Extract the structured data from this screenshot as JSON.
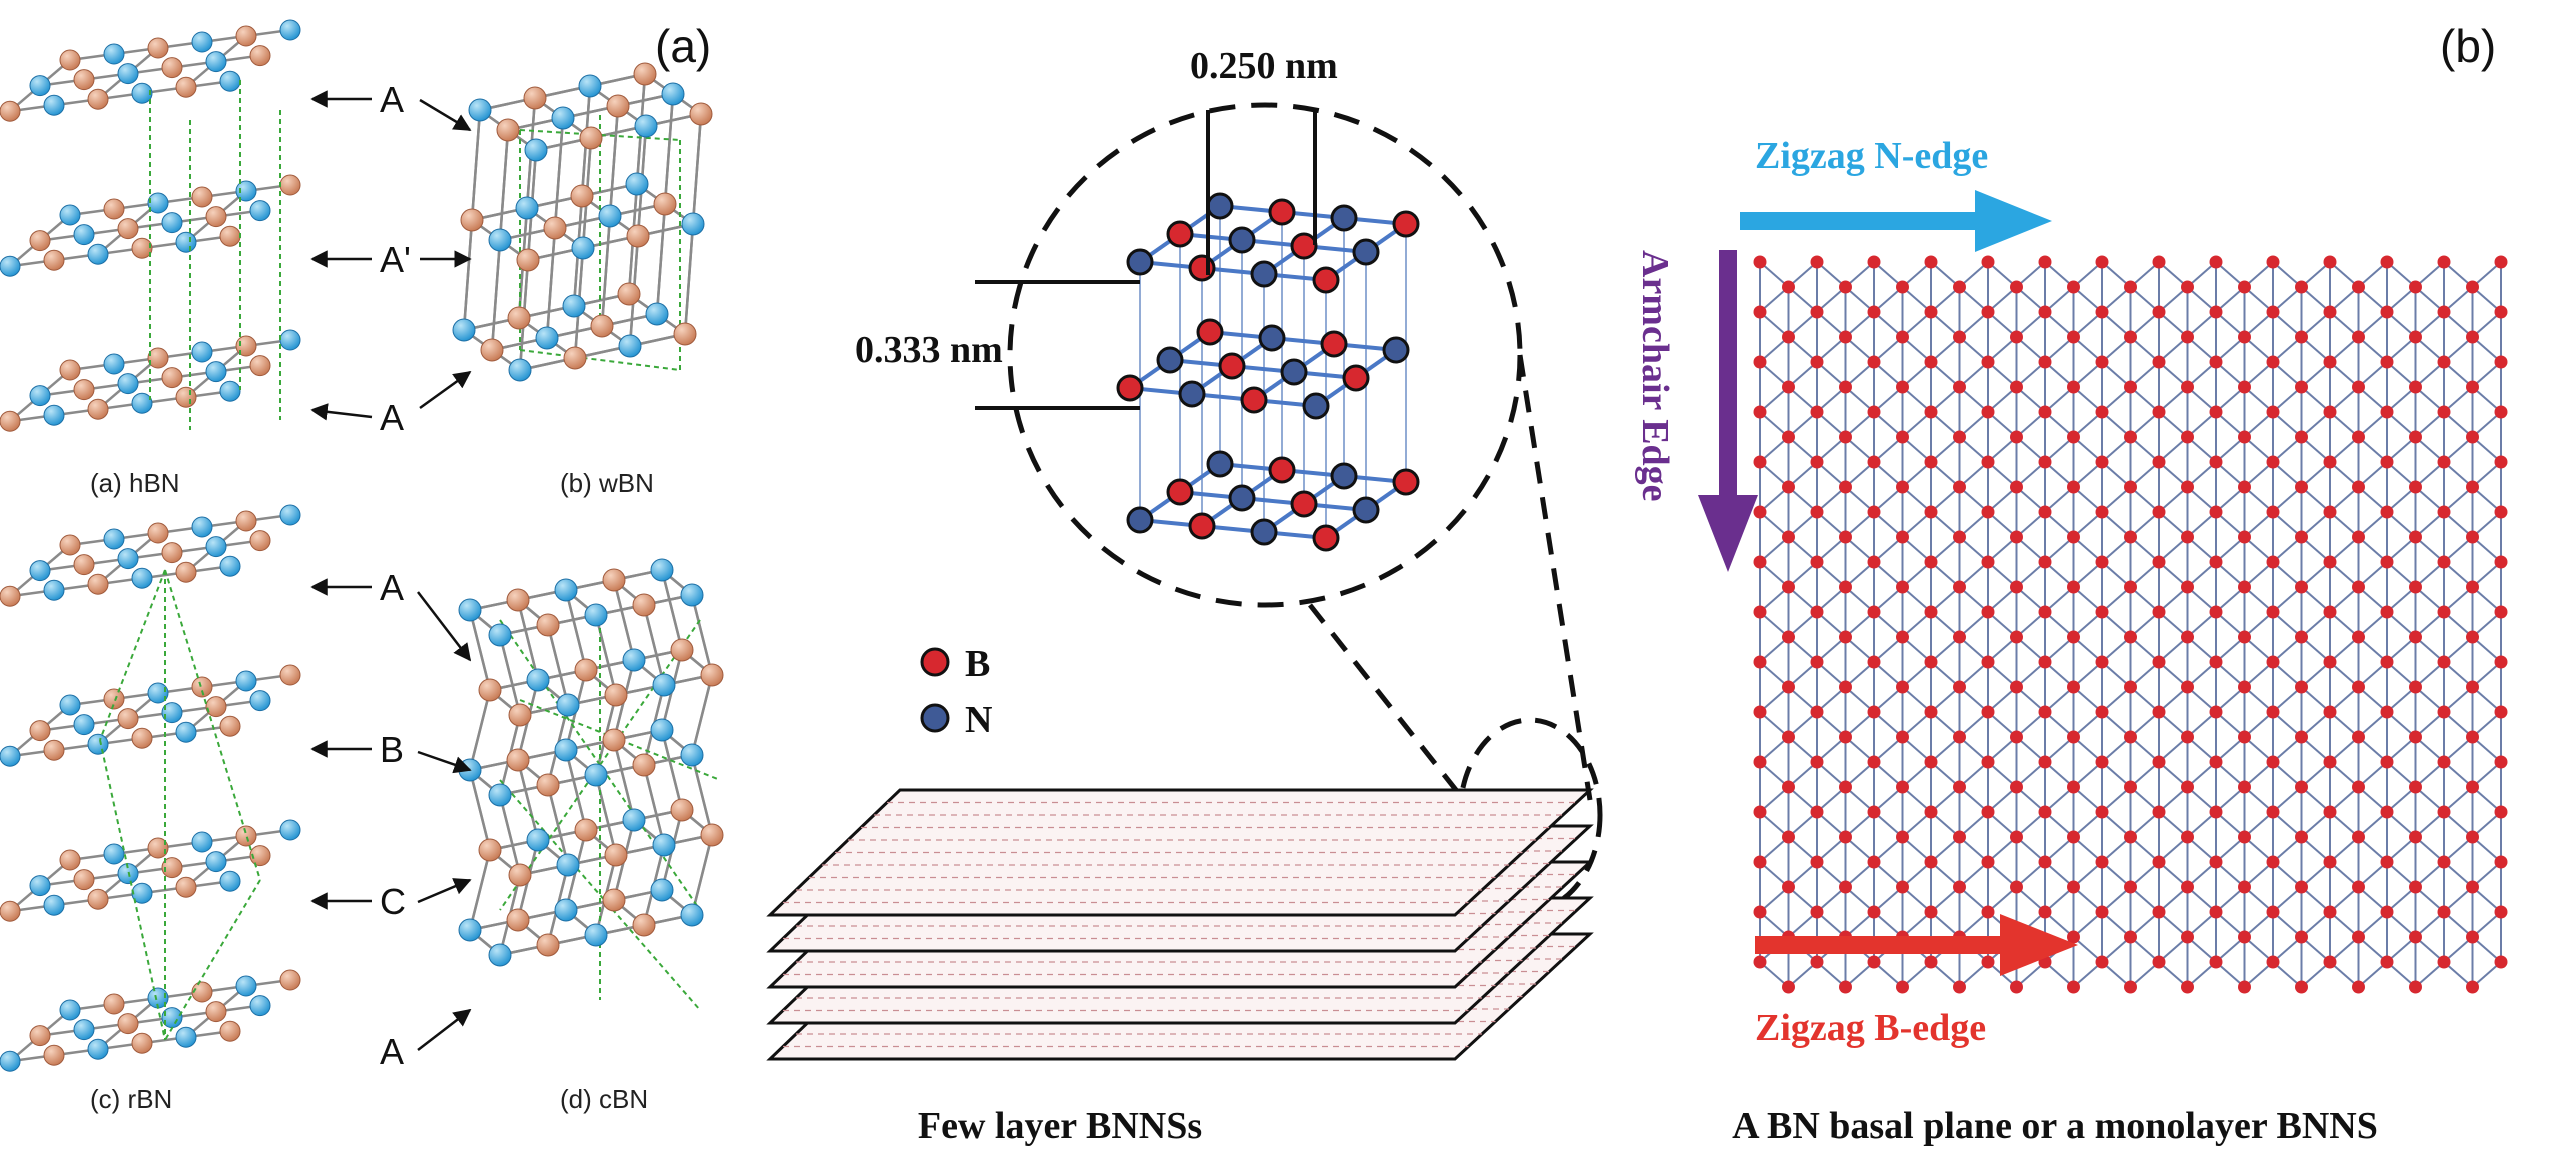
{
  "panels": {
    "a": {
      "label": "(a)",
      "captions": {
        "hbn": "(a) hBN",
        "wbn": "(b) wBN",
        "rbn": "(c) rBN",
        "cbn": "(d) cBN"
      },
      "stacking_labels_top": [
        "A",
        "A'",
        "A"
      ],
      "stacking_labels_bottom": [
        "A",
        "B",
        "C",
        "A"
      ]
    },
    "b": {
      "label": "(b)",
      "dim_interlayer": "0.333 nm",
      "dim_inplane": "0.250 nm",
      "legend": [
        {
          "label": "B",
          "color": "#d7282f"
        },
        {
          "label": "N",
          "color": "#3f5a96"
        }
      ],
      "caption_left": "Few layer BNNSs",
      "caption_right": "A BN basal plane or a monolayer BNNS",
      "arrow_n_edge": "Zigzag N-edge",
      "arrow_b_edge": "Zigzag B-edge",
      "arrow_armchair": "Armchair Edge"
    }
  },
  "colors": {
    "boron_a": "#dc9a7a",
    "nitrogen_a": "#4fb1e3",
    "boron_b": "#d7282f",
    "nitrogen_b": "#3f5a96",
    "n_edge_arrow": "#2ba6e1",
    "b_edge_arrow": "#e3342d",
    "armchair_arrow": "#6a2f8e",
    "guide_dashes": "#3aa83a"
  }
}
